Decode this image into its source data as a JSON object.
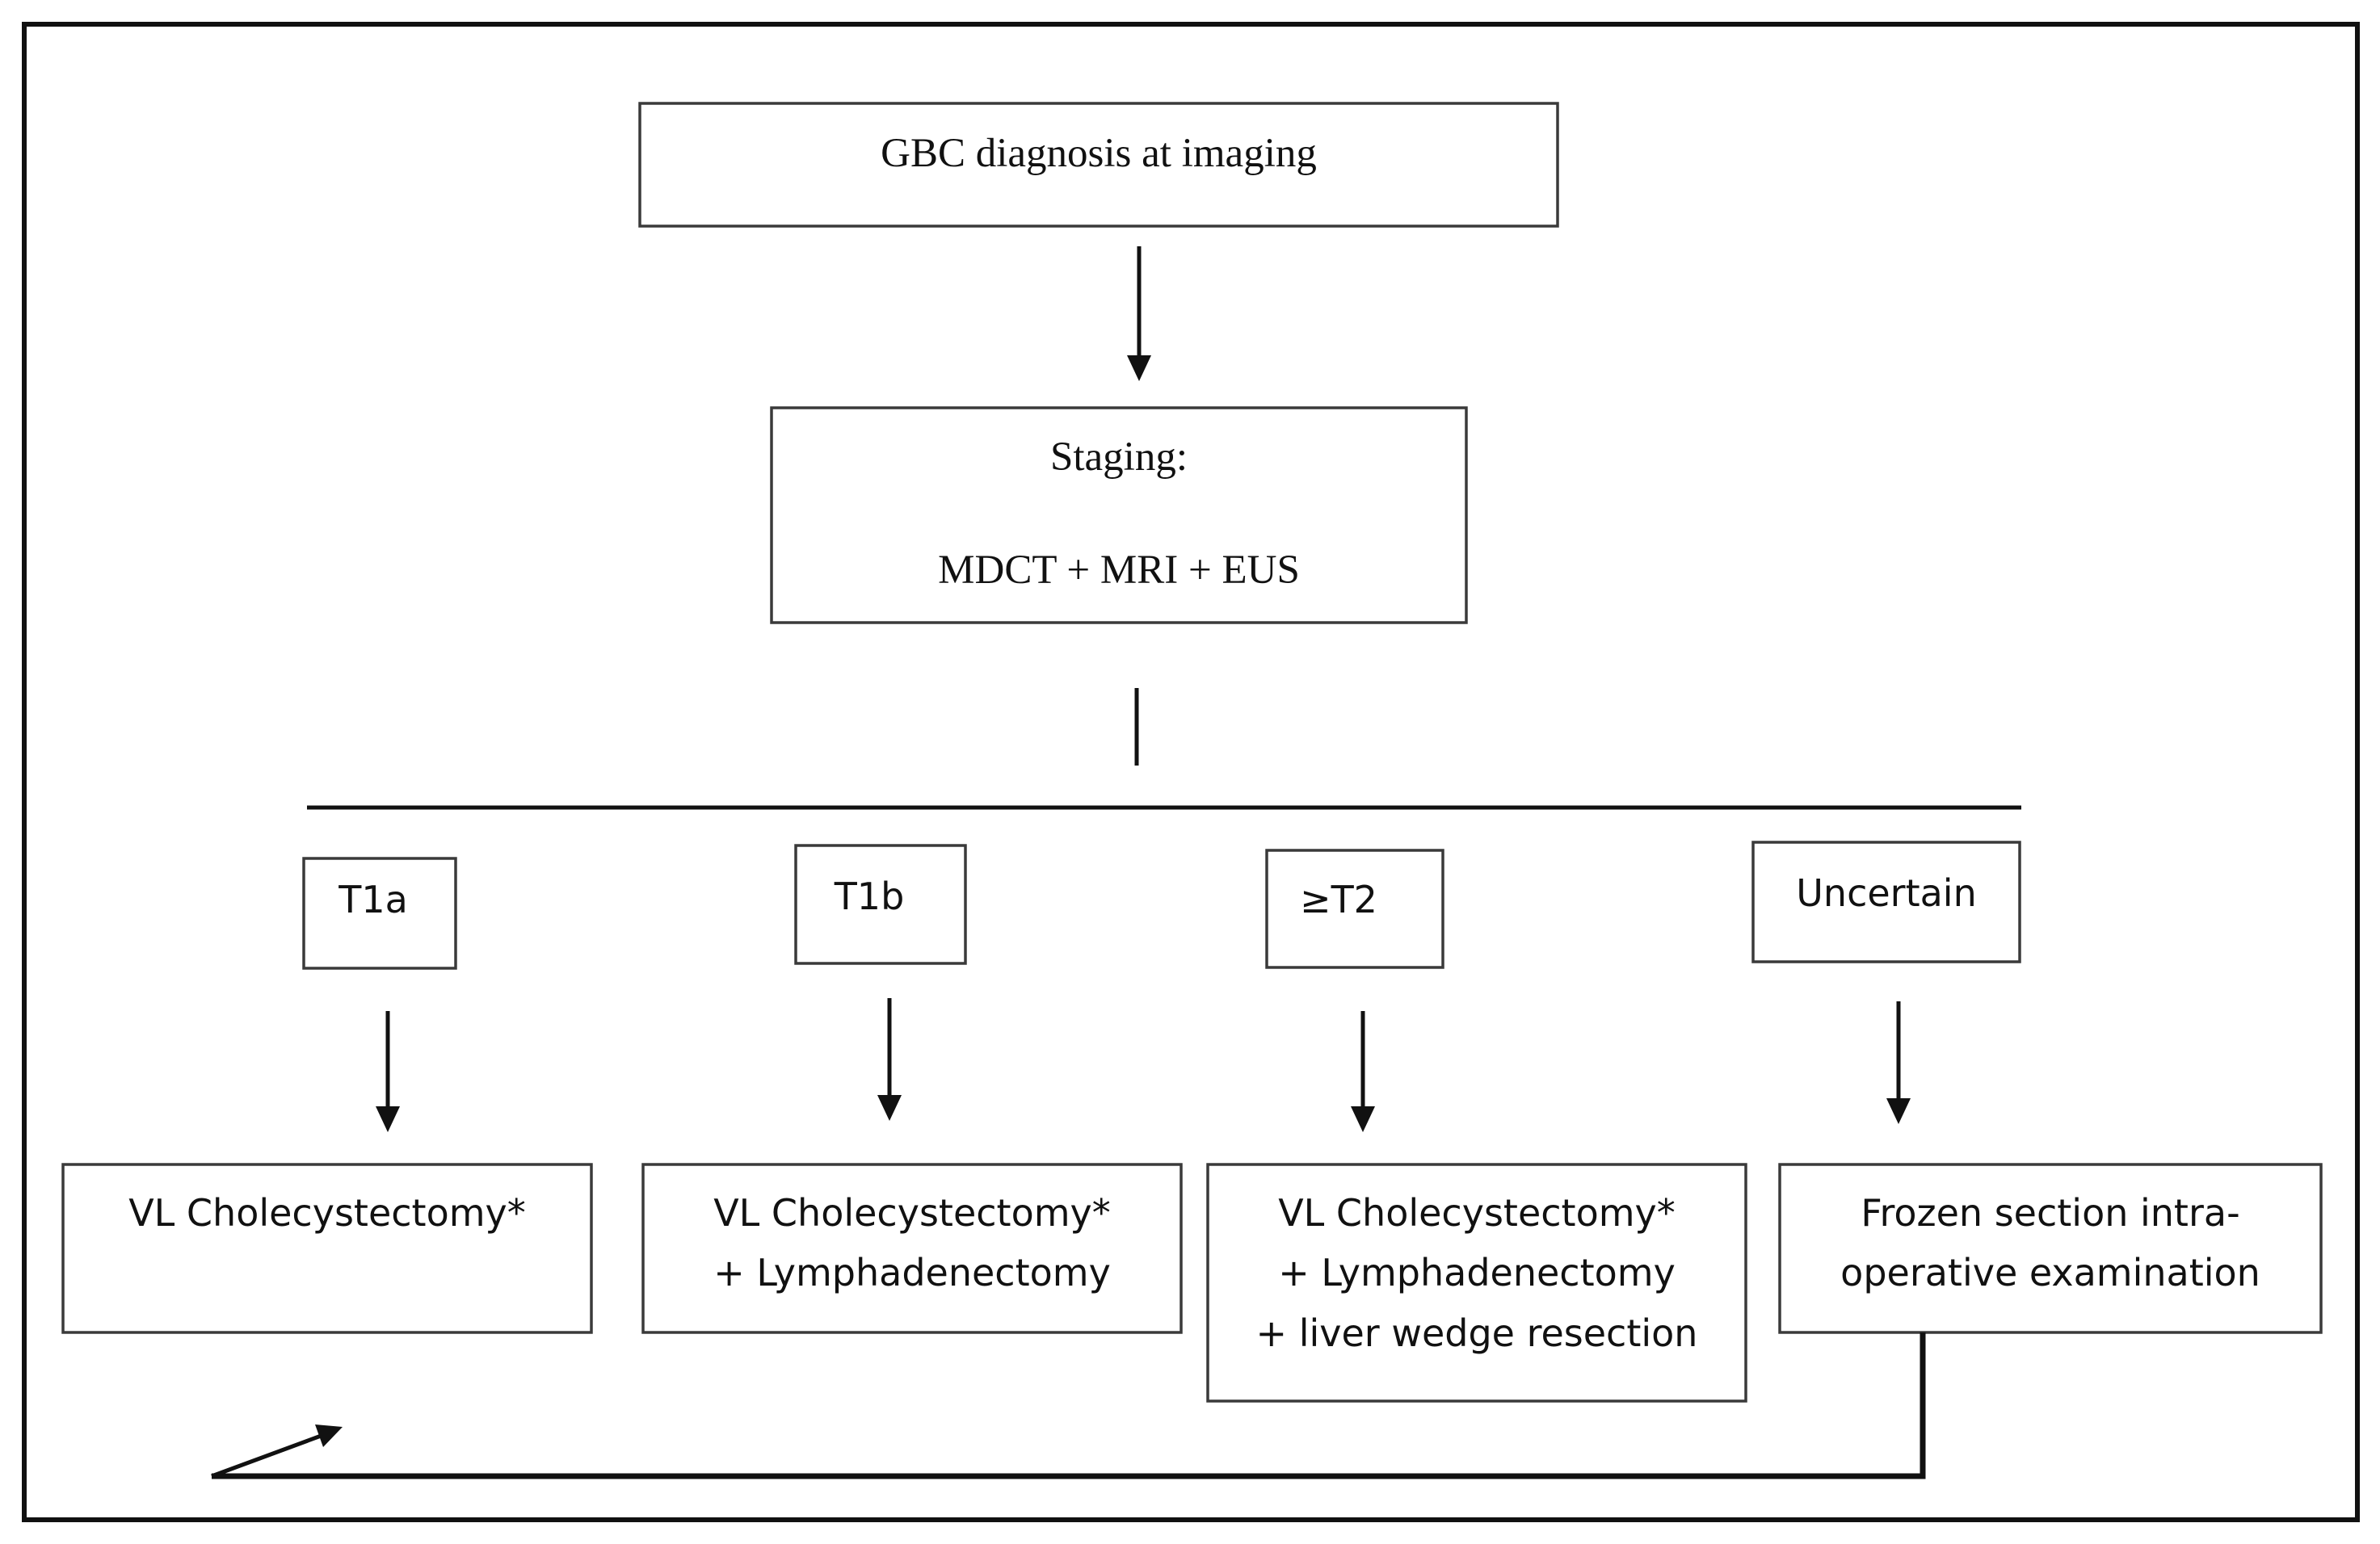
{
  "diagram": {
    "top": {
      "label": "GBC diagnosis at imaging"
    },
    "staging": {
      "title": "Staging:",
      "methods": "MDCT + MRI + EUS"
    },
    "stages": [
      {
        "label": "T1a"
      },
      {
        "label": "T1b"
      },
      {
        "label": "≥T2"
      },
      {
        "label": "Uncertain"
      }
    ],
    "outcomes": [
      {
        "lines": [
          "VL Cholecystectomy*"
        ]
      },
      {
        "lines": [
          "VL Cholecystectomy*",
          "+ Lymphadenectomy"
        ]
      },
      {
        "lines": [
          "VL Cholecystectomy*",
          "+ Lymphadenectomy",
          "+ liver wedge resection"
        ]
      },
      {
        "lines": [
          "Frozen section intra-",
          "operative examination"
        ]
      }
    ]
  }
}
